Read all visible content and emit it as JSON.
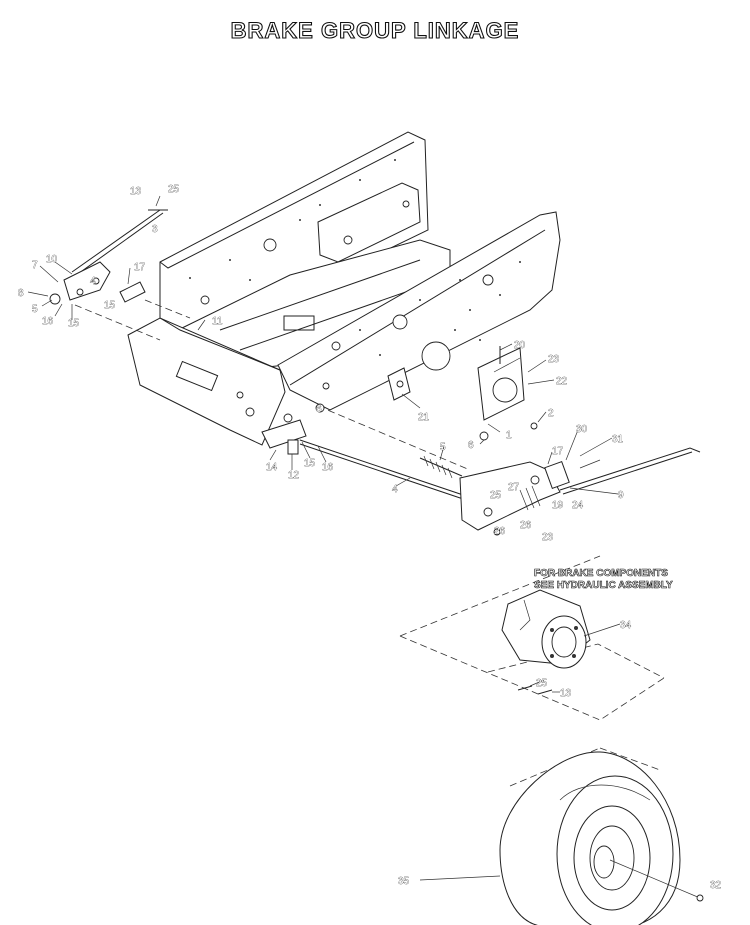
{
  "title": "BRAKE GROUP LINKAGE",
  "note": {
    "line1": "FOR BRAKE COMPONENTS",
    "line2": "SEE HYDRAULIC ASSEMBLY"
  },
  "callouts": [
    "13",
    "25",
    "3",
    "7",
    "10",
    "8",
    "5",
    "16",
    "17",
    "4",
    "15",
    "15",
    "11",
    "20",
    "23",
    "22",
    "21",
    "6",
    "2",
    "1",
    "6",
    "30",
    "31",
    "17",
    "14",
    "12",
    "15",
    "16",
    "4",
    "5",
    "25",
    "27",
    "19",
    "24",
    "9",
    "26",
    "23",
    "26",
    "34",
    "25",
    "13",
    "35",
    "32"
  ]
}
